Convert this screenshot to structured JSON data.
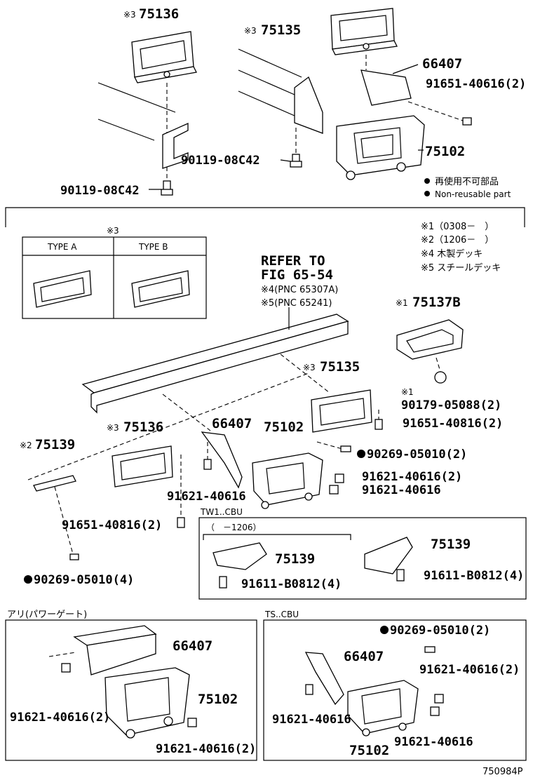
{
  "top": {
    "p75136": "75136",
    "p75135": "75135",
    "p66407": "66407",
    "p91651_40616": "91651-40616(2)",
    "p75102": "75102",
    "p90119_a": "90119-08C42",
    "p90119_b": "90119-08C42",
    "note_reuse_jp": "再使用不可部品",
    "note_reuse_en": "Non-reusable part"
  },
  "notes": {
    "n1": "※1（0308－　）",
    "n2": "※2（1206－　）",
    "n4": "※4 木製デッキ",
    "n5": "※5 スチールデッキ"
  },
  "types": {
    "mark": "※3",
    "type_a": "TYPE A",
    "type_b": "TYPE B"
  },
  "refer": {
    "line1": "REFER TO",
    "line2": "FIG 65-54",
    "line3": "※4(PNC 65307A)",
    "line4": "※5(PNC 65241)"
  },
  "mid": {
    "p75137b": "75137B",
    "p75135": "75135",
    "p90179": "90179-05088(2)",
    "p91651_40816_a": "91651-40816(2)",
    "p75136": "75136",
    "p66407": "66407",
    "p75102": "75102",
    "p90269_2": "90269-05010(2)",
    "p91621_40616_2": "91621-40616(2)",
    "p91621_40616_r": "91621-40616",
    "p91621_40616_l": "91621-40616",
    "p75139": "75139",
    "p91651_40816_b": "91651-40816(2)",
    "p90269_4": "90269-05010(4)"
  },
  "tw1": {
    "title": "TW1..CBU",
    "sub": "（　－1206）",
    "p75139_a": "75139",
    "p91611_a": "91611-B0812(4)",
    "p75139_b": "75139",
    "p91611_b": "91611-B0812(4)"
  },
  "ari": {
    "title": "アリ(パワーゲート)",
    "p66407": "66407",
    "p75102": "75102",
    "p91621_a": "91621-40616(2)",
    "p91621_b": "91621-40616(2)"
  },
  "ts": {
    "title": "TS..CBU",
    "p90269": "90269-05010(2)",
    "p66407": "66407",
    "p91621_2": "91621-40616(2)",
    "p91621_l": "91621-40616",
    "p91621_r": "91621-40616",
    "p75102": "75102"
  },
  "marks": {
    "m1": "※1",
    "m2": "※2",
    "m3": "※3"
  },
  "figure_id": "750984P"
}
